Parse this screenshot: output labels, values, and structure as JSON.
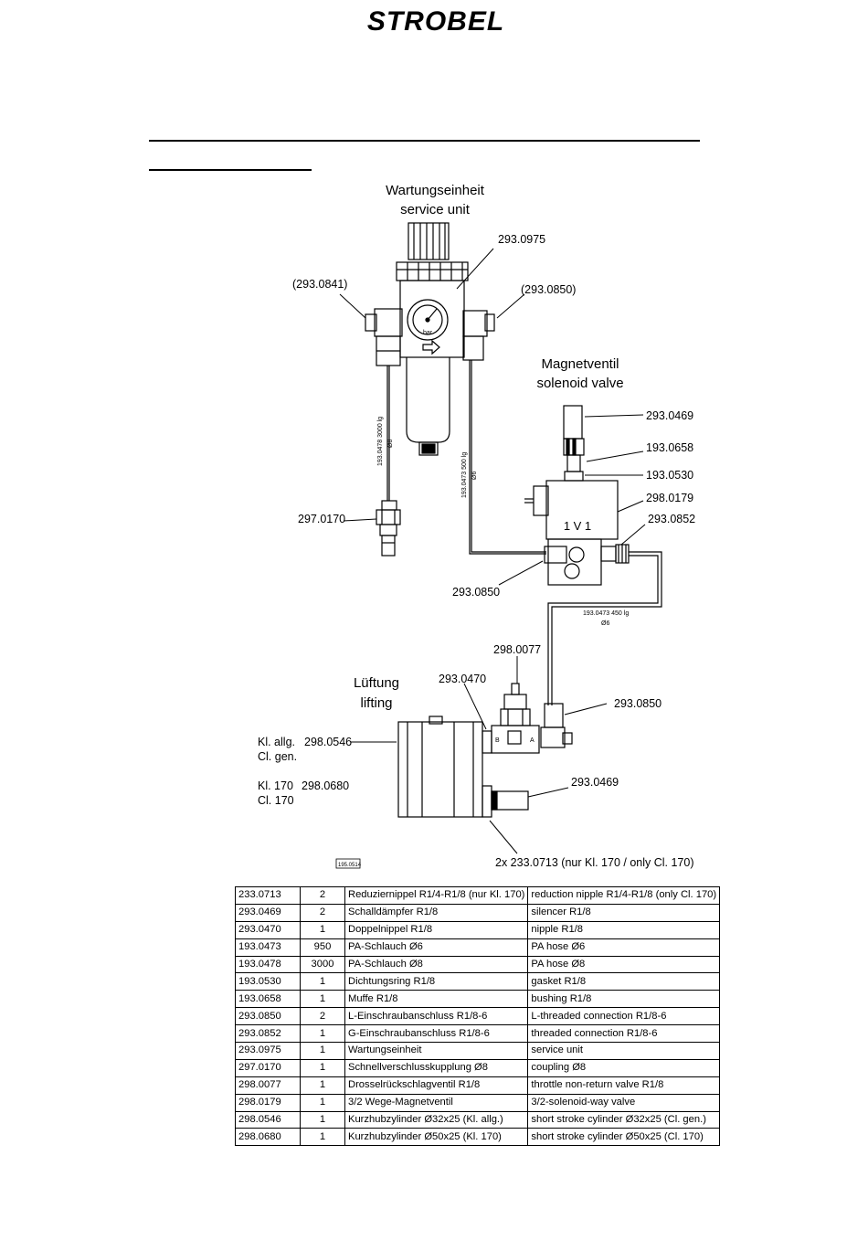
{
  "header": {
    "logo_text": "STROBEL"
  },
  "drawing": {
    "labels": {
      "service_unit_de": "Wartungseinheit",
      "service_unit_en": "service unit",
      "solenoid_de": "Magnetventil",
      "solenoid_en": "solenoid valve",
      "lifting_de": "Lüftung",
      "lifting_en": "lifting",
      "cl_gen_de": "Kl. allg.",
      "cl_gen_en": "Cl. gen.",
      "cl170_de": "Kl. 170",
      "cl170_en": "Cl. 170",
      "valve_code": "1 V 1",
      "drawing_no": "195.0514",
      "footnote": "2x 233.0713  (nur Kl. 170 / only Cl. 170)",
      "hose_8_len": "193.0478 3000 lg",
      "hose_8_dia": "Ø8",
      "hose_6a_len": "193.0473 500 lg",
      "hose_6a_dia": "Ø6",
      "hose_6b_len": "193.0473 450 lg",
      "hose_6b_dia": "Ø6",
      "port_b": "B",
      "port_a": "A",
      "gauge_unit": "bar"
    },
    "part_numbers": {
      "service_unit": "293.0975",
      "left_fitting": "(293.0841)",
      "right_fitting": "(293.0850)",
      "coupling": "297.0170",
      "silencer_top": "293.0469",
      "bushing": "193.0658",
      "gasket": "193.0530",
      "solenoid": "298.0179",
      "threaded_conn": "293.0852",
      "l_conn_valve": "293.0850",
      "throttle": "298.0077",
      "nipple": "293.0470",
      "l_conn_lift": "293.0850",
      "cyl_gen": "298.0546",
      "cyl_170": "298.0680",
      "silencer_cyl": "293.0469"
    }
  },
  "parts_table": {
    "rows": [
      [
        "233.0713",
        "2",
        "Reduziernippel R1/4-R1/8 (nur Kl. 170)",
        "reduction nipple R1/4-R1/8 (only Cl. 170)"
      ],
      [
        "293.0469",
        "2",
        "Schalldämpfer R1/8",
        "silencer R1/8"
      ],
      [
        "293.0470",
        "1",
        "Doppelnippel R1/8",
        "nipple R1/8"
      ],
      [
        "193.0473",
        "950",
        "PA-Schlauch Ø6",
        "PA hose Ø6"
      ],
      [
        "193.0478",
        "3000",
        "PA-Schlauch Ø8",
        "PA hose Ø8"
      ],
      [
        "193.0530",
        "1",
        "Dichtungsring R1/8",
        "gasket R1/8"
      ],
      [
        "193.0658",
        "1",
        "Muffe R1/8",
        "bushing R1/8"
      ],
      [
        "293.0850",
        "2",
        "L-Einschraubanschluss R1/8-6",
        "L-threaded connection R1/8-6"
      ],
      [
        "293.0852",
        "1",
        "G-Einschraubanschluss R1/8-6",
        "threaded connection R1/8-6"
      ],
      [
        "293.0975",
        "1",
        "Wartungseinheit",
        "service unit"
      ],
      [
        "297.0170",
        "1",
        "Schnellverschlusskupplung Ø8",
        "coupling Ø8"
      ],
      [
        "298.0077",
        "1",
        "Drosselrückschlagventil R1/8",
        "throttle non-return valve R1/8"
      ],
      [
        "298.0179",
        "1",
        "3/2 Wege-Magnetventil",
        "3/2-solenoid-way valve"
      ],
      [
        "298.0546",
        "1",
        "Kurzhubzylinder Ø32x25 (Kl. allg.)",
        "short stroke cylinder Ø32x25 (Cl. gen.)"
      ],
      [
        "298.0680",
        "1",
        "Kurzhubzylinder Ø50x25 (Kl. 170)",
        "short stroke cylinder Ø50x25 (Cl. 170)"
      ]
    ]
  }
}
